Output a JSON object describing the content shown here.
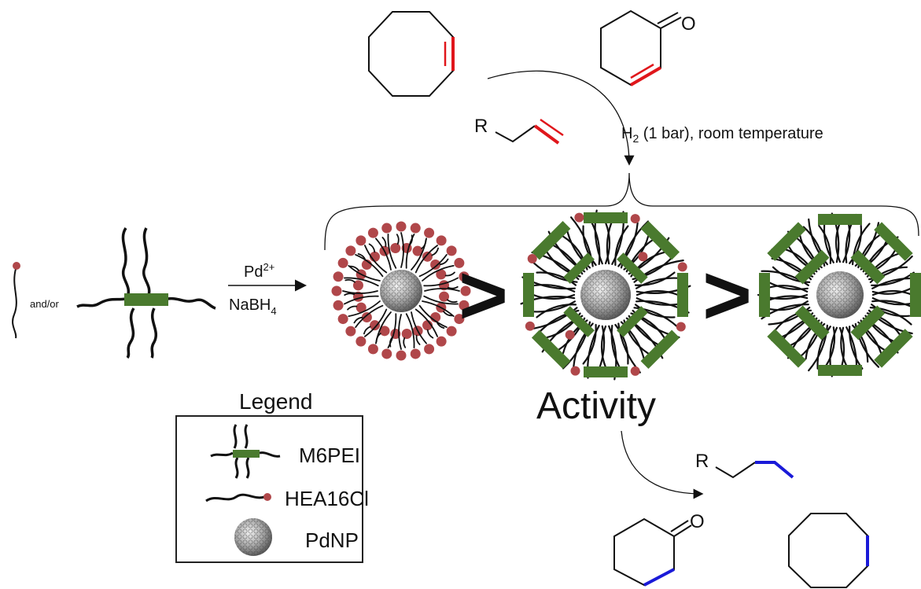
{
  "colors": {
    "bond_reactive": "#e0161b",
    "bond_product": "#1a1ad8",
    "spacer_green": "#4a7a2e",
    "head_red": "#b0474a",
    "line": "#111111"
  },
  "labels": {
    "r_group_top": "R",
    "r_group_bottom": "R",
    "oxygen_top": "O",
    "oxygen_bottom": "O",
    "h2": "H",
    "h2_sub": "2",
    "conditions_rest": " (1 bar), room temperature",
    "and_or": "and/or",
    "reagent_pd": "Pd",
    "reagent_pd_sup": "2+",
    "reagent_nabh": "NaBH",
    "reagent_nabh_sub": "4",
    "gt": ">",
    "activity": "Activity"
  },
  "legend": {
    "title": "Legend",
    "items": [
      {
        "label": "M6PEI",
        "icon": "gemini-surfactant-icon"
      },
      {
        "label": "HEA16Cl",
        "icon": "ammonium-surfactant-icon"
      },
      {
        "label": "PdNP",
        "icon": "pd-nanoparticle-icon"
      }
    ]
  }
}
